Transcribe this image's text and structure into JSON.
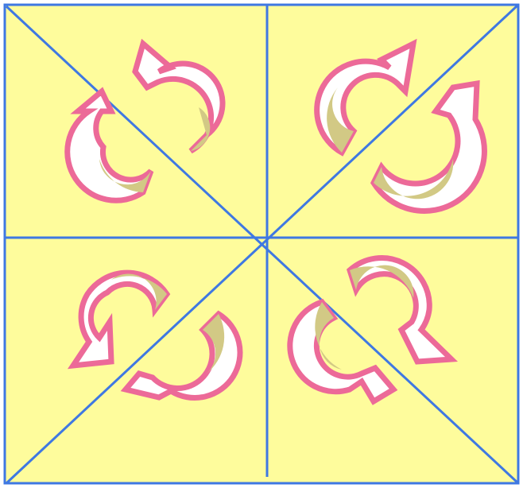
{
  "diagram": {
    "background_color": "#fefc9c",
    "line_color": "#3f78e2",
    "arrow_stroke_color": "#ec6a98",
    "arrow_shaded_fill": "#d2c985",
    "arrow_light_fill": "#ffffff",
    "quadrants": [
      {
        "id": "top-left",
        "arrows": [
          "curved-arrow-icon",
          "curved-arrow-icon"
        ]
      },
      {
        "id": "top-right",
        "arrows": [
          "curved-arrow-icon",
          "curved-arrow-icon"
        ]
      },
      {
        "id": "bottom-left",
        "arrows": [
          "curved-arrow-icon",
          "curved-arrow-icon"
        ]
      },
      {
        "id": "bottom-right",
        "arrows": [
          "curved-arrow-icon",
          "curved-arrow-icon"
        ]
      }
    ]
  }
}
